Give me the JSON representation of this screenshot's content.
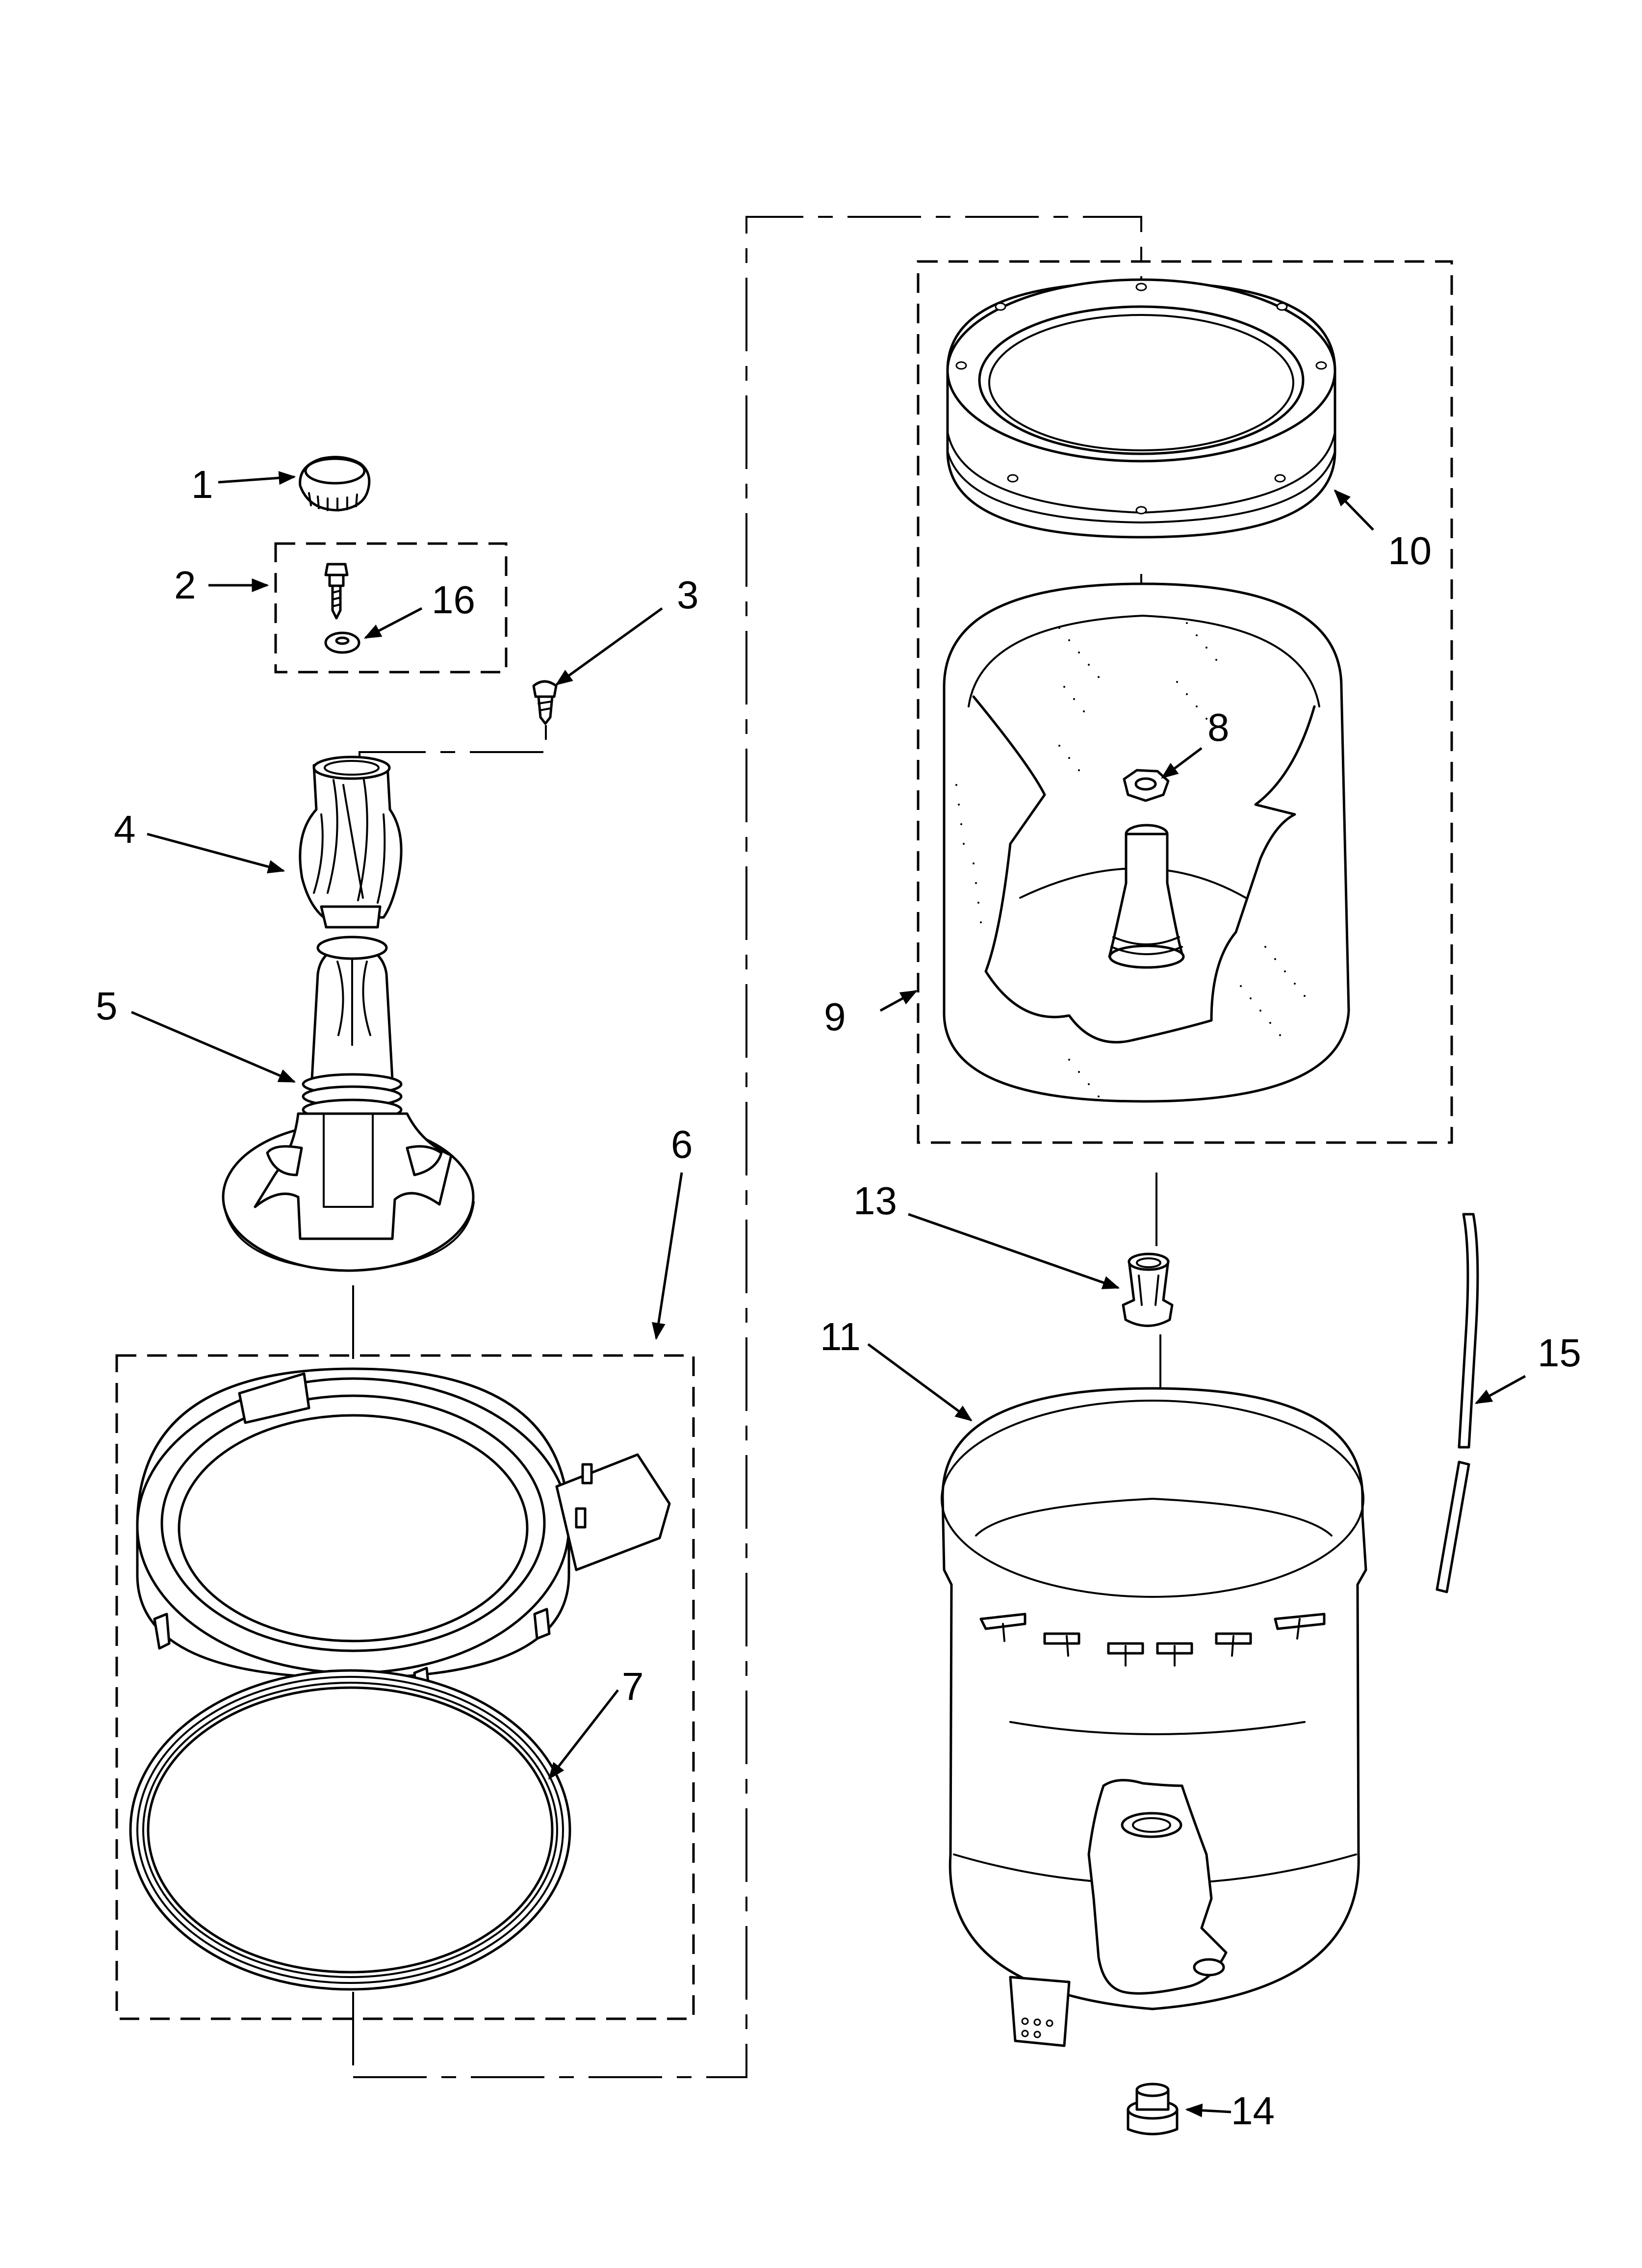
{
  "diagram": {
    "callouts": [
      {
        "id": "1",
        "text": "1"
      },
      {
        "id": "2",
        "text": "2"
      },
      {
        "id": "3",
        "text": "3"
      },
      {
        "id": "4",
        "text": "4"
      },
      {
        "id": "5",
        "text": "5"
      },
      {
        "id": "6",
        "text": "6"
      },
      {
        "id": "7",
        "text": "7"
      },
      {
        "id": "8",
        "text": "8"
      },
      {
        "id": "9",
        "text": "9"
      },
      {
        "id": "10",
        "text": "10"
      },
      {
        "id": "11",
        "text": "11"
      },
      {
        "id": "13",
        "text": "13"
      },
      {
        "id": "14",
        "text": "14"
      },
      {
        "id": "15",
        "text": "15"
      },
      {
        "id": "16",
        "text": "16"
      }
    ]
  }
}
